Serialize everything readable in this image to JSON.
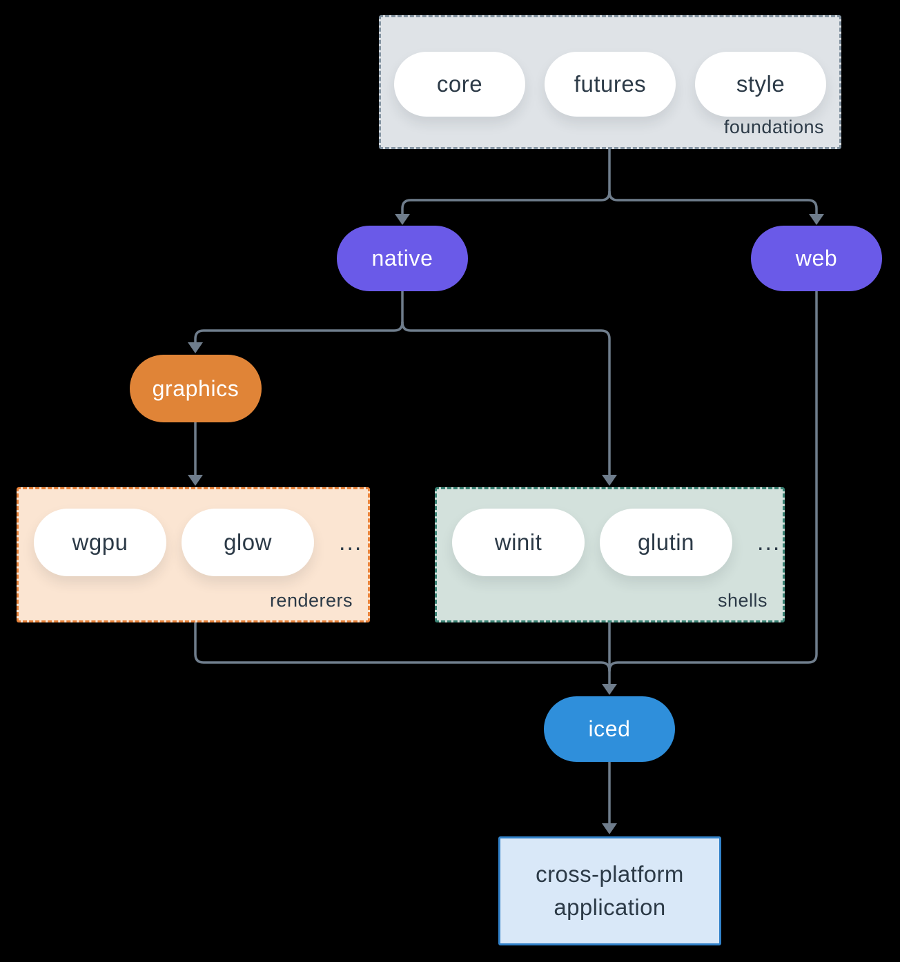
{
  "colors": {
    "background": "#000000",
    "arrow": "#6f7d8c",
    "text-dark": "#2c3a47",
    "text-light": "#ffffff",
    "purple": "#6a5ae8",
    "orange": "#e08437",
    "blue": "#2f8fdb",
    "pill-white": "#ffffff",
    "foundations-fill": "#dfe3e7",
    "foundations-border": "#8292a0",
    "renderers-fill": "#fbe5d2",
    "renderers-border": "#e8823a",
    "shells-fill": "#d3e1dc",
    "shells-border": "#3a8274",
    "app-fill": "#d9e8f8",
    "app-border": "#3282ca"
  },
  "foundations": {
    "label": "foundations",
    "pills": [
      "core",
      "futures",
      "style"
    ]
  },
  "native": {
    "label": "native"
  },
  "web": {
    "label": "web"
  },
  "graphics": {
    "label": "graphics"
  },
  "renderers": {
    "label": "renderers",
    "pills": [
      "wgpu",
      "glow"
    ],
    "more": "..."
  },
  "shells": {
    "label": "shells",
    "pills": [
      "winit",
      "glutin"
    ],
    "more": "..."
  },
  "iced": {
    "label": "iced"
  },
  "application": {
    "label": "cross-platform application"
  }
}
